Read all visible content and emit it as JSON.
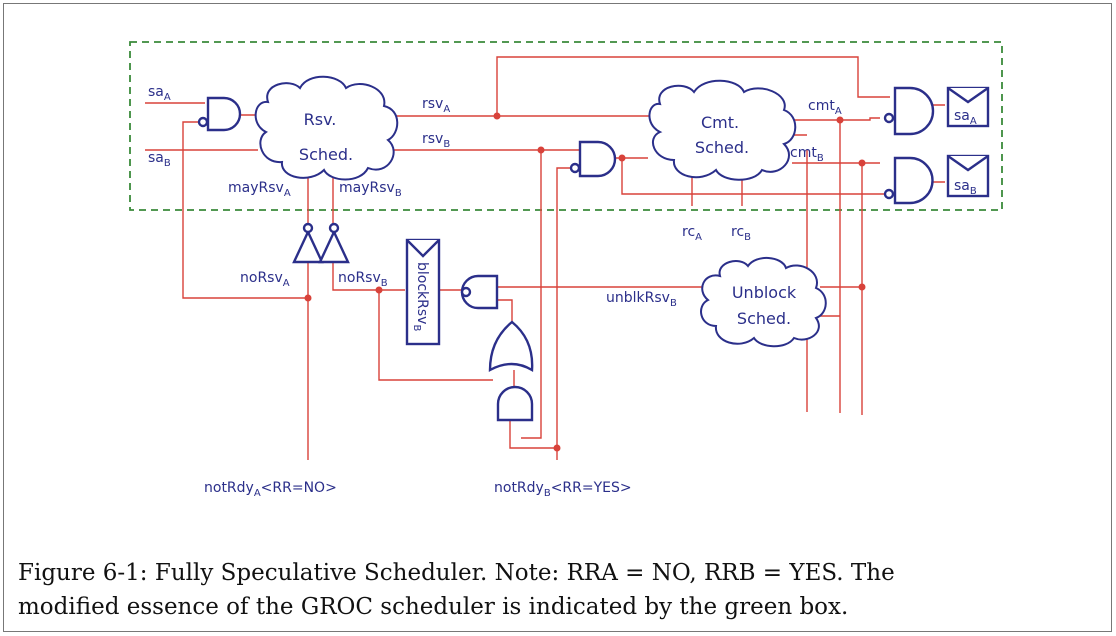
{
  "signals": {
    "sa": "sa",
    "sub_A": "A",
    "sub_B": "B",
    "rsv": "rsv",
    "cmt": "cmt",
    "rc": "rc",
    "mayRsv": "mayRsv",
    "noRsv": "noRsv",
    "unblkRsv": "unblkRsv",
    "blockRsv": "blockRsv",
    "notRdy": "notRdy",
    "notRdyA_suffix": "<RR=NO>",
    "notRdyB_suffix": "<RR=YES>"
  },
  "clouds": {
    "rsv_line1": "Rsv.",
    "rsv_line2": "Sched.",
    "cmt_line1": "Cmt.",
    "cmt_line2": "Sched.",
    "unblock_line1": "Unblock",
    "unblock_line2": "Sched."
  },
  "caption": {
    "line1": "Figure 6-1: Fully Speculative Scheduler. Note: RRA = NO, RRB = YES. The",
    "line2": "modified essence of the GROC scheduler is indicated by the green box."
  },
  "colors": {
    "wire": "#d8423a",
    "gate": "#2b2f8a",
    "box": "#3a8a3a"
  }
}
